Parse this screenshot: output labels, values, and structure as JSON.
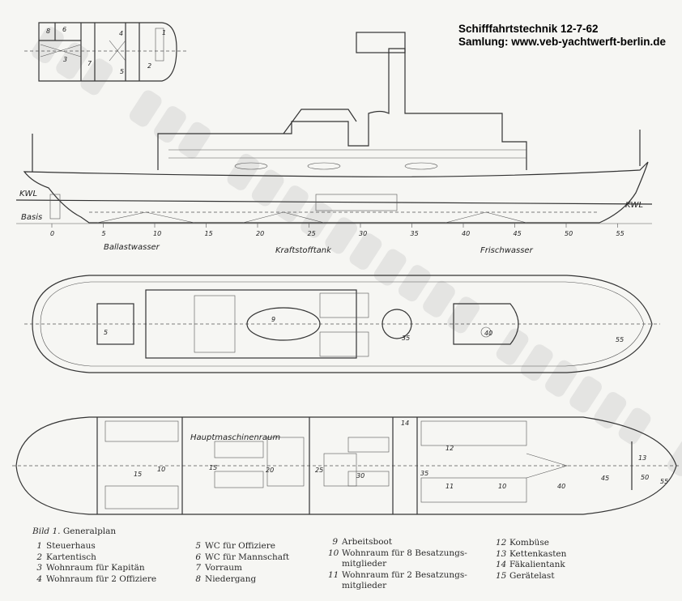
{
  "header": {
    "line1": "Schifffahrtstechnik 12-7-62",
    "line2": "Samlung: www.veb-yachtwerft-berlin.de"
  },
  "watermark": "www.veb-yachtwerft-berlin.de",
  "inset_numbers": [
    "8",
    "6",
    "4",
    "1",
    "3",
    "7",
    "5",
    "2"
  ],
  "elevation": {
    "kwl_left": "KWL",
    "kwl_right": "KWL",
    "basis": "Basis",
    "ballast": "Ballastwasser",
    "fuel": "Kraftstofftank",
    "fresh": "Frischwasser",
    "frames": [
      "0",
      "5",
      "10",
      "15",
      "20",
      "25",
      "30",
      "35",
      "40",
      "45",
      "50",
      "55"
    ]
  },
  "deck_plan": {
    "labels": [
      "5",
      "9",
      "35",
      "40",
      "55"
    ]
  },
  "lower_plan": {
    "engine_room": "Hauptmaschinenraum",
    "labels": [
      "15",
      "10",
      "15",
      "20",
      "25",
      "30",
      "14",
      "12",
      "35",
      "11",
      "10",
      "40",
      "45",
      "13",
      "50",
      "55"
    ]
  },
  "caption": {
    "fig": "Bild 1.",
    "title": "Generalplan"
  },
  "legend": [
    {
      "n": "1",
      "t": "Steuerhaus"
    },
    {
      "n": "2",
      "t": "Kartentisch"
    },
    {
      "n": "3",
      "t": "Wohnraum für Kapitän"
    },
    {
      "n": "4",
      "t": "Wohnraum für 2 Offiziere"
    },
    {
      "n": "5",
      "t": "WC für Offiziere"
    },
    {
      "n": "6",
      "t": "WC für Mannschaft"
    },
    {
      "n": "7",
      "t": "Vorraum"
    },
    {
      "n": "8",
      "t": "Niedergang"
    },
    {
      "n": "9",
      "t": "Arbeitsboot"
    },
    {
      "n": "10",
      "t": "Wohnraum für 8 Besatzungs-",
      "t2": "mitglieder"
    },
    {
      "n": "11",
      "t": "Wohnraum für 2 Besatzungs-",
      "t2": "mitglieder"
    },
    {
      "n": "12",
      "t": "Kombüse"
    },
    {
      "n": "13",
      "t": "Kettenkasten"
    },
    {
      "n": "14",
      "t": "Fäkalientank"
    },
    {
      "n": "15",
      "t": "Gerätelast"
    }
  ]
}
